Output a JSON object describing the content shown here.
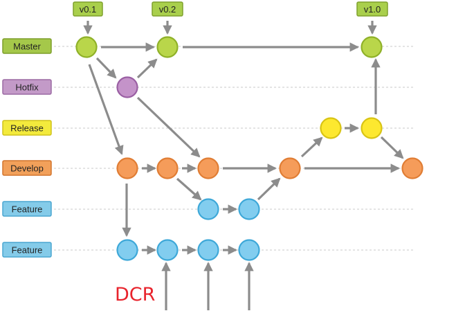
{
  "branches": [
    {
      "id": "master",
      "label": "Master",
      "fill": "#a5c84a",
      "stroke": "#7d9e2a"
    },
    {
      "id": "hotfix",
      "label": "Hotfix",
      "fill": "#c39ac8",
      "stroke": "#9b6aa3"
    },
    {
      "id": "release",
      "label": "Release",
      "fill": "#f3ea3c",
      "stroke": "#cfc21a"
    },
    {
      "id": "develop",
      "label": "Develop",
      "fill": "#f2a05a",
      "stroke": "#d2742c"
    },
    {
      "id": "feature1",
      "label": "Feature",
      "fill": "#84cbe9",
      "stroke": "#4aa6d0"
    },
    {
      "id": "feature2",
      "label": "Feature",
      "fill": "#84cbe9",
      "stroke": "#4aa6d0"
    }
  ],
  "commit_colors": {
    "master": {
      "fill": "#b9d64a",
      "stroke": "#8fb128"
    },
    "hotfix": {
      "fill": "#c493c9",
      "stroke": "#9a5fa3"
    },
    "release": {
      "fill": "#fde82f",
      "stroke": "#d8c414"
    },
    "develop": {
      "fill": "#f59c5a",
      "stroke": "#e07d34"
    },
    "feature": {
      "fill": "#82cdef",
      "stroke": "#3ea8d8"
    }
  },
  "tags": [
    {
      "id": "v01",
      "label": "v0.1"
    },
    {
      "id": "v02",
      "label": "v0.2"
    },
    {
      "id": "v10",
      "label": "v1.0"
    }
  ],
  "caption": {
    "text": "DCR",
    "color": "#e8232c"
  },
  "colors": {
    "arrow": "#8c8c8c",
    "lane_line": "#c8c8c8",
    "tag_fill": "#a9cf4c",
    "tag_stroke": "#7fa12c"
  }
}
